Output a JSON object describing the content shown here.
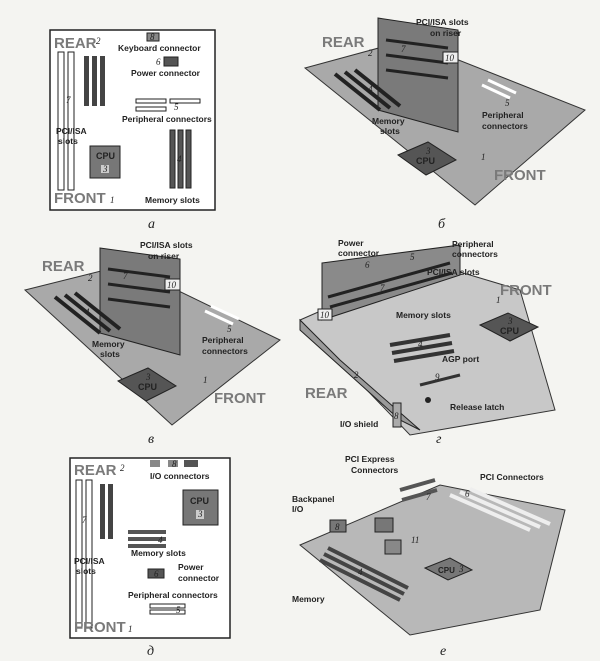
{
  "captions": {
    "a": "а",
    "b": "б",
    "v": "в",
    "g": "г",
    "d": "д",
    "e": "е"
  },
  "a": {
    "rear": "REAR",
    "front": "FRONT",
    "keyboard": "Keyboard connector",
    "power": "Power connector",
    "peripheral": "Peripheral connectors",
    "pci": "PCI/ISA",
    "slots": "slots",
    "cpu": "CPU",
    "memory": "Memory slots",
    "n1": "1",
    "n2": "2",
    "n3": "3",
    "n4": "4",
    "n5": "5",
    "n6": "6",
    "n7": "7",
    "n8": "8"
  },
  "b": {
    "rear": "REAR",
    "front": "FRONT",
    "riser1": "PCI/ISA slots",
    "riser2": "on riser",
    "memory1": "Memory",
    "memory2": "slots",
    "periph1": "Peripheral",
    "periph2": "connectors",
    "cpu": "CPU",
    "n1": "1",
    "n2": "2",
    "n3": "3",
    "n4": "4",
    "n5": "5",
    "n7": "7",
    "n10": "10"
  },
  "v": {
    "rear": "REAR",
    "front": "FRONT",
    "riser1": "PCI/ISA slots",
    "riser2": "on riser",
    "memory1": "Memory",
    "memory2": "slots",
    "periph1": "Peripheral",
    "periph2": "connectors",
    "cpu": "CPU",
    "n1": "1",
    "n2": "2",
    "n3": "3",
    "n4": "4",
    "n5": "5",
    "n7": "7",
    "n10": "10"
  },
  "g": {
    "power1": "Power",
    "power2": "connector",
    "periph1": "Peripheral",
    "periph2": "connectors",
    "pciisa": "PCI/ISA slots",
    "front": "FRONT",
    "memory": "Memory slots",
    "agp": "AGP port",
    "rear": "REAR",
    "io": "I/O shield",
    "latch": "Release latch",
    "n1": "1",
    "n2": "2",
    "n3": "3",
    "n4": "4",
    "n5": "5",
    "n6": "6",
    "n7": "7",
    "n8": "8",
    "n9": "9",
    "n10": "10"
  },
  "d": {
    "rear": "REAR",
    "front": "FRONT",
    "io": "I/O connectors",
    "cpu": "CPU",
    "memory": "Memory slots",
    "power1": "Power",
    "power2": "connector",
    "pci": "PCI/ISA",
    "slots": "slots",
    "peripheral": "Peripheral connectors",
    "n1": "1",
    "n2": "2",
    "n3": "3",
    "n4": "4",
    "n5": "5",
    "n6": "6",
    "n7": "7",
    "n8": "8"
  },
  "e": {
    "pcie1": "PCI Express",
    "pcie2": "Connectors",
    "pci": "PCI Connectors",
    "backpanel1": "Backpanel",
    "backpanel2": "I/O",
    "memory": "Memory",
    "cpu": "CPU",
    "n3": "3",
    "n4": "4",
    "n6": "6",
    "n7": "7",
    "n8": "8",
    "n11": "11"
  }
}
